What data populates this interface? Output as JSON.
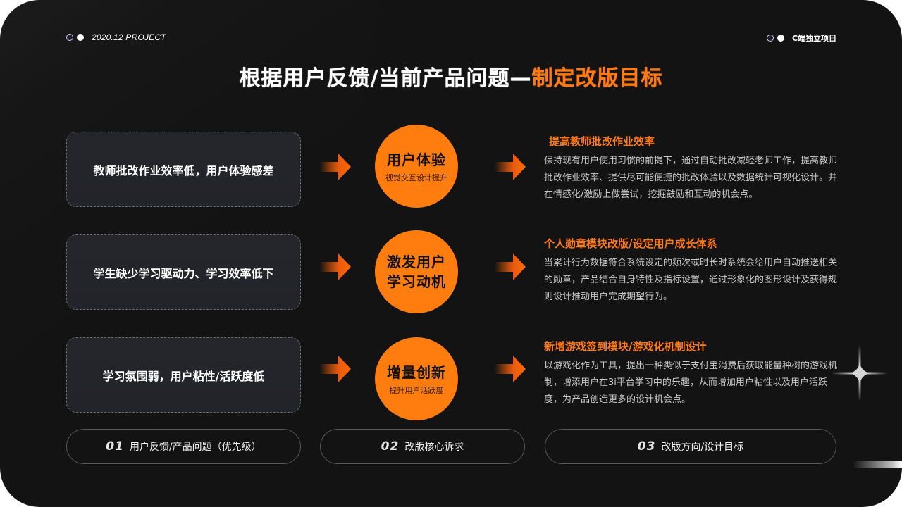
{
  "header": {
    "left_label": "2020.12 PROJECT",
    "right_label": "C端独立项目"
  },
  "title": {
    "main": "根据用户反馈/当前产品问题—",
    "accent": "制定改版目标",
    "accent_color": "#ff7a14"
  },
  "rows": [
    {
      "problem": "教师批改作业效率低，用户体验感差",
      "circle_main": "用户体验",
      "circle_sub": "视觉交互设计提升",
      "goal_heading": "提高教师批改作业效率",
      "goal_body": "保持现有用户使用习惯的前提下，通过自动批改减轻老师工作，提高教师批改作业效率、提供尽可能便捷的批改体验以及数据统计可视化设计。并在情感化/激励上做尝试，挖掘鼓励和互动的机会点。"
    },
    {
      "problem": "学生缺少学习驱动力、学习效率低下",
      "circle_main_line1": "激发用户",
      "circle_main_line2": "学习动机",
      "goal_heading": "个人勋章模块改版/设定用户成长体系",
      "goal_body": "当累计行为数据符合系统设定的频次或时长时系统会给用户自动推送相关的勋章，产品结合自身特性及指标设置，通过形象化的图形设计及获得规则设计推动用户完成期望行为。"
    },
    {
      "problem": "学习氛围弱，用户粘性/活跃度低",
      "circle_main": "增量创新",
      "circle_sub": "提升用户活跃度",
      "goal_heading": "新增游戏签到模块/游戏化机制设计",
      "goal_body": "以游戏化作为工具，提出一种类似于支付宝消费后获取能量种树的游戏机制，增添用户在3i平台学习中的乐趣，从而增加用户粘性以及用户活跃度，为产品创造更多的设计机会点。"
    }
  ],
  "footer": [
    {
      "num": "01",
      "label": "用户反馈/产品问题（优先级）"
    },
    {
      "num": "02",
      "label": "改版核心诉求"
    },
    {
      "num": "03",
      "label": "改版方向/设计目标"
    }
  ],
  "colors": {
    "background": "#131313",
    "accent": "#ff7d0f",
    "problem_box": "#25262b"
  }
}
